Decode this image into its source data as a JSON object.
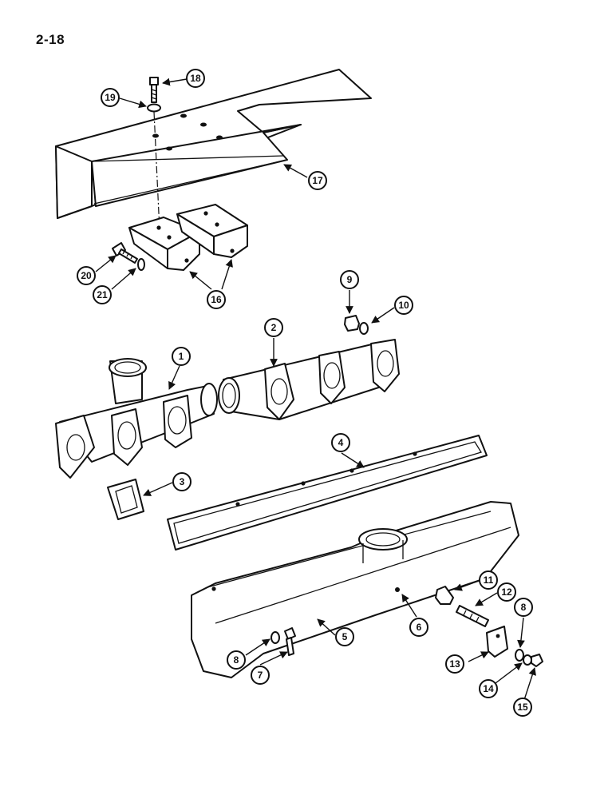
{
  "page_label": "2-18",
  "callouts": {
    "c1": "1",
    "c2": "2",
    "c3": "3",
    "c4": "4",
    "c5": "5",
    "c6": "6",
    "c7": "7",
    "c8a": "8",
    "c8b": "8",
    "c9": "9",
    "c10": "10",
    "c11": "11",
    "c12": "12",
    "c13": "13",
    "c14": "14",
    "c15": "15",
    "c16": "16",
    "c17": "17",
    "c18": "18",
    "c19": "19",
    "c20": "20",
    "c21": "21"
  }
}
